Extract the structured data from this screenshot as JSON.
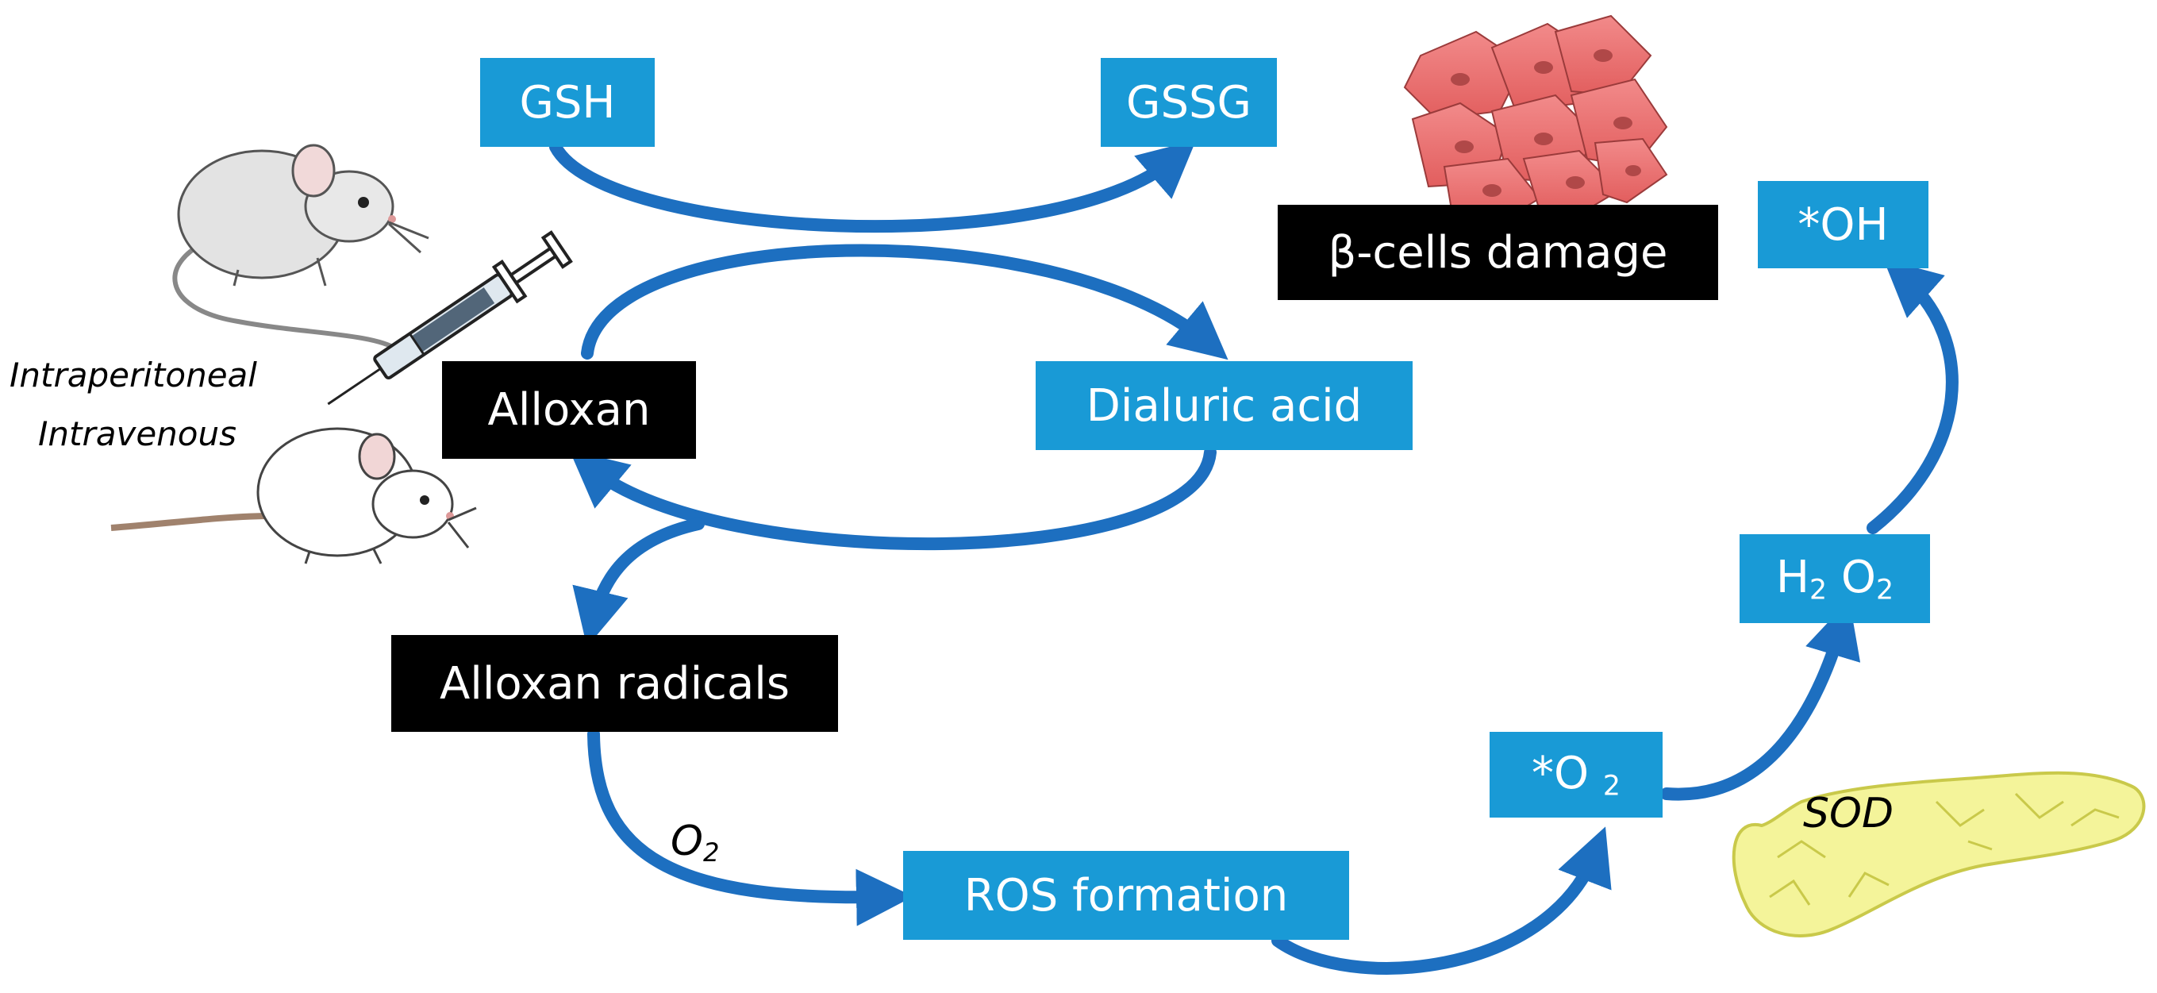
{
  "colors": {
    "box_blue": "#199ad6",
    "box_black": "#000000",
    "arrow_blue": "#1d6fc0",
    "pancreas_yellow": "#f4f49a",
    "cells_red": "#ef7777"
  },
  "icons": [
    "mouse-icon",
    "rat-icon",
    "syringe-icon",
    "beta-cells-icon",
    "pancreas-icon"
  ],
  "nodes": {
    "gsh": "GSH",
    "gssg": "GSSG",
    "beta_cells_damage": "β-cells damage",
    "oh_radical": "*OH",
    "alloxan": "Alloxan",
    "dialuric_acid": "Dialuric acid",
    "h2o2_h": "H",
    "h2o2_sub1": "2",
    "h2o2_o": " O",
    "h2o2_sub2": "2",
    "alloxan_radicals": "Alloxan radicals",
    "superoxide_o": "*O ",
    "superoxide_sub": "2",
    "ros_formation": "ROS formation"
  },
  "labels": {
    "route_line1": "Intraperitoneal",
    "route_line2": "Intravenous",
    "o2_o": "O",
    "o2_sub": "2",
    "sod": "SOD"
  }
}
